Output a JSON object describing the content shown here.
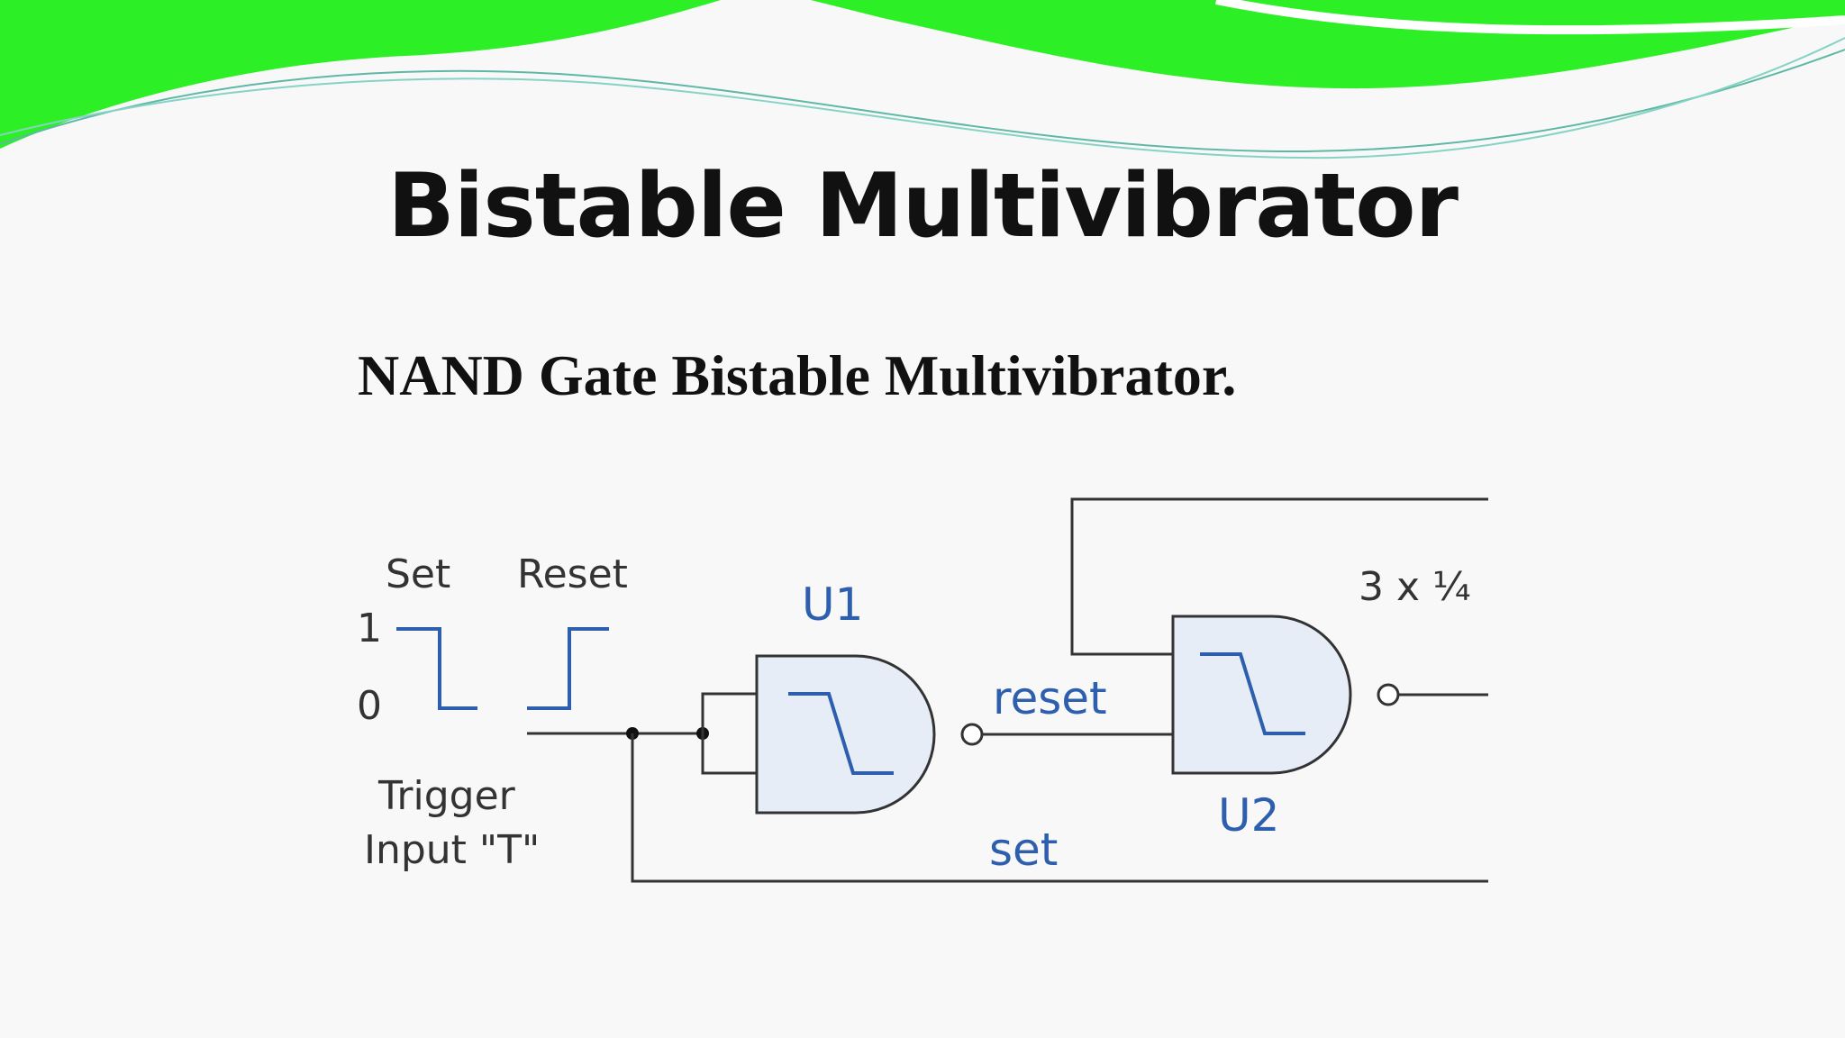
{
  "slide": {
    "title": "Bistable Multivibrator",
    "subtitle": "NAND Gate Bistable Multivibrator."
  },
  "diagram": {
    "labels": {
      "set_pulse": "Set",
      "reset_pulse": "Reset",
      "level_high": "1",
      "level_low": "0",
      "trigger_line1": "Trigger",
      "trigger_line2": "Input \"T\"",
      "gate1": "U1",
      "gate2": "U2",
      "reset_wire": "reset",
      "set_wire": "set",
      "chip_note": "3 x ¼"
    },
    "colors": {
      "accent": "#2e5fae",
      "wire": "#333333",
      "gate_fill": "#e7edf7",
      "banner": "#2cf025"
    }
  }
}
